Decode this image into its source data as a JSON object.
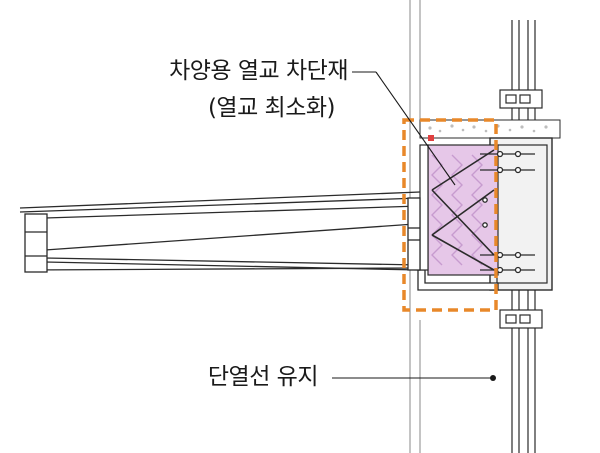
{
  "labels": {
    "thermal_break_line1": "차양용 열교 차단재",
    "thermal_break_line2": "(열교 최소화)",
    "insulation_line": "단열선 유지"
  },
  "colors": {
    "highlight_dash": "#e8882a",
    "insulation_fill": "#e6c7e8",
    "insulation_dark": "#c79bcf",
    "line": "#2b2b2b",
    "marker_red": "#e04040"
  }
}
